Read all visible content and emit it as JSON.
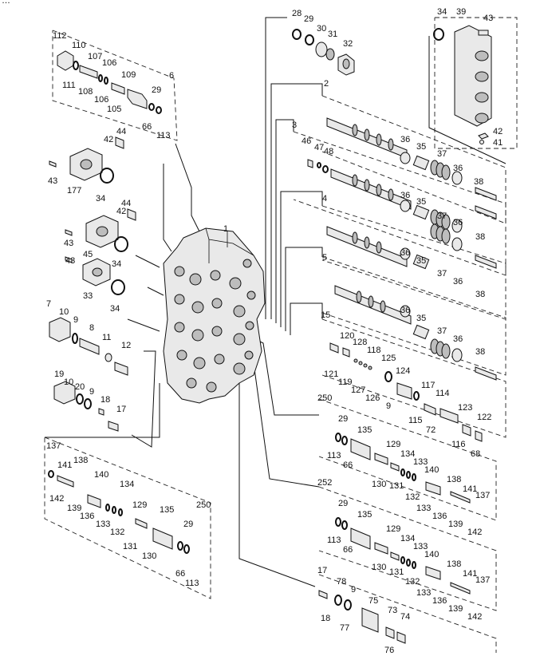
{
  "header_fragment": "…",
  "body_label": "1",
  "labels": [
    "28",
    "29",
    "30",
    "31",
    "32",
    "34",
    "39",
    "43",
    "42",
    "41",
    "2",
    "3",
    "46",
    "47",
    "48",
    "36",
    "35",
    "37",
    "36",
    "38",
    "36",
    "35",
    "37",
    "36",
    "38",
    "4",
    "36",
    "35",
    "37",
    "36",
    "38",
    "5",
    "36",
    "35",
    "37",
    "36",
    "38",
    "112",
    "110",
    "107",
    "106",
    "109",
    "6",
    "111",
    "108",
    "106",
    "105",
    "29",
    "66",
    "113",
    "44",
    "42",
    "43",
    "177",
    "34",
    "44",
    "42",
    "43",
    "45",
    "34",
    "43",
    "33",
    "34",
    "7",
    "10",
    "9",
    "8",
    "11",
    "12",
    "19",
    "10",
    "20",
    "9",
    "18",
    "17",
    "15",
    "120",
    "128",
    "118",
    "125",
    "124",
    "121",
    "119",
    "127",
    "126",
    "9",
    "117",
    "114",
    "123",
    "122",
    "115",
    "72",
    "116",
    "68",
    "250",
    "29",
    "135",
    "113",
    "66",
    "129",
    "134",
    "133",
    "140",
    "131",
    "130",
    "132",
    "133",
    "138",
    "141",
    "137",
    "136",
    "139",
    "142",
    "252",
    "29",
    "135",
    "113",
    "66",
    "129",
    "134",
    "133",
    "140",
    "130",
    "131",
    "132",
    "133",
    "138",
    "141",
    "137",
    "136",
    "139",
    "142",
    "137",
    "141",
    "138",
    "142",
    "139",
    "140",
    "136",
    "133",
    "132",
    "134",
    "131",
    "129",
    "135",
    "130",
    "250",
    "29",
    "66",
    "113",
    "17",
    "78",
    "9",
    "75",
    "18",
    "77",
    "73",
    "74",
    "76"
  ]
}
